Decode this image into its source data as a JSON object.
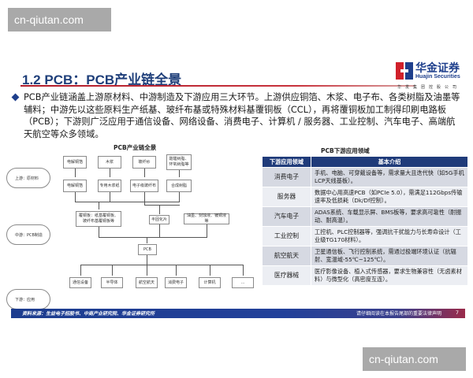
{
  "watermarks": {
    "top": "cn-qiutan.com",
    "bottom": "cn-qiutan.com"
  },
  "header": {
    "title": "1.2 PCB：PCB产业链全景",
    "logo": {
      "cn": "华金证券",
      "en": "Huajin Securities",
      "sub": "华发集团控股公司"
    }
  },
  "bullet": {
    "text": "PCB产业链涵盖上游原材料、中游制造及下游应用三大环节。上游供应铜箔、木浆、电子布、各类树脂及油墨等辅料；中游先以这些原料生产纸基、玻纤布基或特殊材料基覆铜板（CCL），再将覆铜板加工制得印刷电路板（PCB）；下游则广泛应用于通信设备、网络设备、消费电子、计算机 / 服务器、工业控制、汽车电子、高端航天航空等众多领域。"
  },
  "diagram": {
    "title": "PCB产业链全景",
    "stages": {
      "upstream": "上游：原材料",
      "midstream": "中游：PCB制造",
      "downstream": "下游：应用"
    },
    "raw": [
      "电解铜箔",
      "木浆",
      "玻纤纱",
      "酚醛树脂、环氧树脂等"
    ],
    "materials": [
      "电解铜箔",
      "专用木浆纸",
      "电子级玻纤布",
      "合成树脂"
    ],
    "mid": [
      "覆铜板：纸基覆铜板、玻纤布基覆铜板等",
      "半固化片",
      "油墨、刻蚀液、镀铜液等"
    ],
    "pcb": "PCB",
    "apps": [
      "通信设备",
      "半导体",
      "航空航天",
      "消费电子",
      "计算机",
      "..."
    ]
  },
  "table": {
    "title": "PCB下游应用领域",
    "headers": [
      "下游应用领域",
      "基本介绍"
    ],
    "rows": [
      [
        "消费电子",
        "手机、电脑、可穿戴设备等，需求量大且迭代快（如5G手机LCP天线基板）。"
      ],
      [
        "服务器",
        "数据中心用高速PCB（如PCIe 5.0），需满足112Gbps传输速率及低损耗（Dk/Df控制）。"
      ],
      [
        "汽车电子",
        "ADAS系统、车载显示屏、BMS板等，要求高可靠性（耐振动、耐高温）。"
      ],
      [
        "工业控制",
        "工控机、PLC控制器等，强调抗干扰能力与长寿命设计（工业级TG170材料）。"
      ],
      [
        "航空航天",
        "卫星通信板、飞行控制系统，需通过极端环境认证（抗辐射、宽温域-55℃~125℃）。"
      ],
      [
        "医疗器械",
        "医疗影像设备、植入式传感器，要求生物兼容性（无卤素材料）与微型化（高密度互连）。"
      ]
    ]
  },
  "footer": {
    "source": "资料来源：生益电子招股书、中商产业研究院、华金证券研究所",
    "legal": "请仔细阅读在本报告尾部的重要法律声明",
    "page": "7"
  },
  "colors": {
    "brand_blue": "#1f3b7a",
    "brand_red": "#c8323c"
  }
}
